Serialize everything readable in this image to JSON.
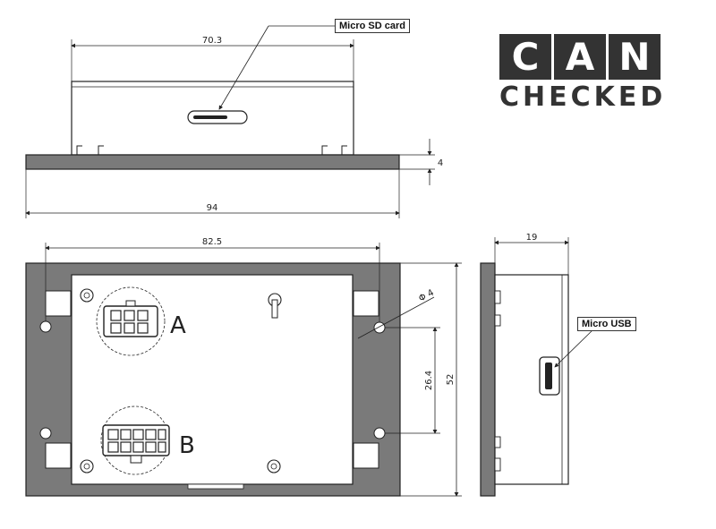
{
  "logo": {
    "top_letters": [
      "C",
      "A",
      "N"
    ],
    "bottom_word": "CHECKED"
  },
  "callouts": {
    "sd_card": "Micro SD card",
    "usb": "Micro USB"
  },
  "dimensions": {
    "top_inner_width": "70.3",
    "top_total_width": "94",
    "flange_thickness": "4",
    "front_width": "82.5",
    "side_depth": "19",
    "hole_diameter": "Φ 4",
    "hole_spacing": "26.4",
    "total_height": "52"
  },
  "connectors": {
    "a": "A",
    "b": "B"
  },
  "colors": {
    "flange": "#7a7a7a",
    "line": "#222222",
    "logo": "#333333"
  }
}
